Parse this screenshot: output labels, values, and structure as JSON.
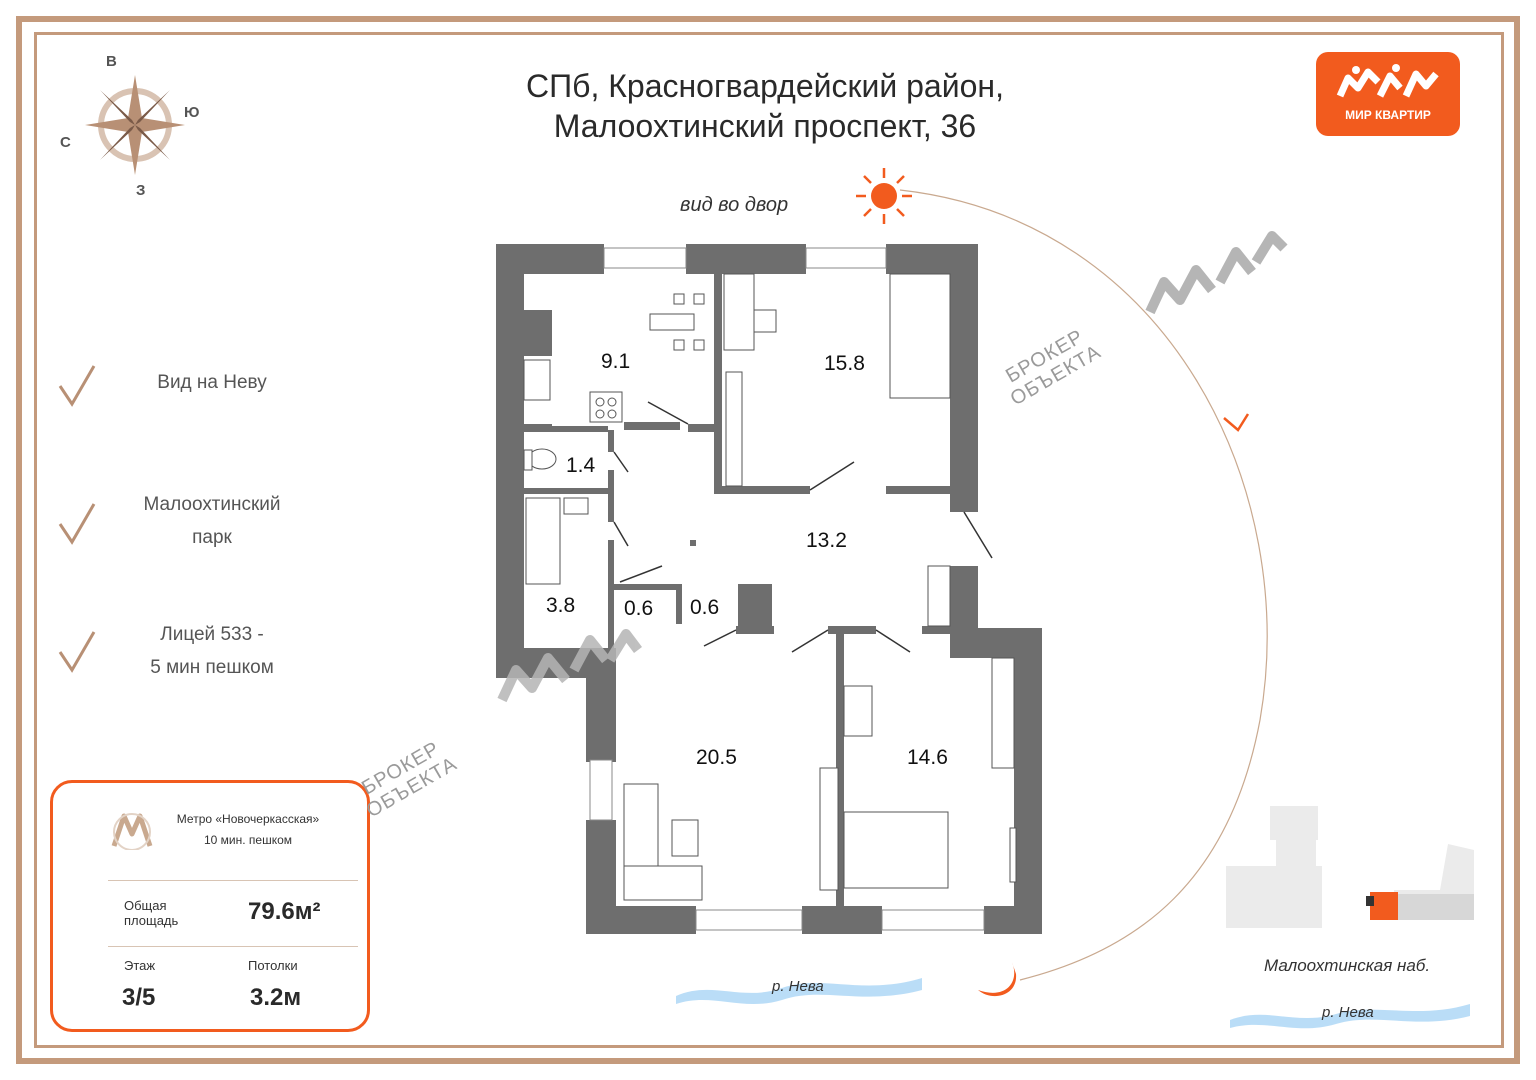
{
  "title": {
    "line1": "СПб, Красногвардейский район,",
    "line2": "Малоохтинский проспект, 36"
  },
  "logo": {
    "text": "МИР КВАРТИР"
  },
  "compass": {
    "north": "В",
    "east": "Ю",
    "west": "С",
    "south": "З"
  },
  "view_label": "вид во двор",
  "features": [
    {
      "line1": "Вид на Неву",
      "line2": ""
    },
    {
      "line1": "Малоохтинский",
      "line2": "парк"
    },
    {
      "line1": "Лицей 533 -",
      "line2": "5 мин пешком"
    }
  ],
  "info": {
    "metro_name": "Метро «Новочеркасская»",
    "metro_time": "10 мин. пешком",
    "area_label_1": "Общая",
    "area_label_2": "площадь",
    "area_value": "79.6м²",
    "floor_label": "Этаж",
    "floor_value": "3/5",
    "ceiling_label": "Потолки",
    "ceiling_value": "3.2м"
  },
  "rooms": {
    "kitchen": "9.1",
    "bedroom_top": "15.8",
    "wc": "1.4",
    "hall": "13.2",
    "bath": "3.8",
    "closet_1": "0.6",
    "closet_2": "0.6",
    "living": "20.5",
    "bedroom_bottom": "14.6"
  },
  "river_label_plan": "р. Нева",
  "river_label_map": "р. Нева",
  "embankment_label": "Малоохтинская наб.",
  "watermark": {
    "line1": "БРОКЕР",
    "line2": "ОБЪЕКТА"
  },
  "colors": {
    "accent": "#f25b1e",
    "frame": "#c49a7c",
    "wall": "#6e6e6e",
    "water": "#a9d5f5"
  }
}
